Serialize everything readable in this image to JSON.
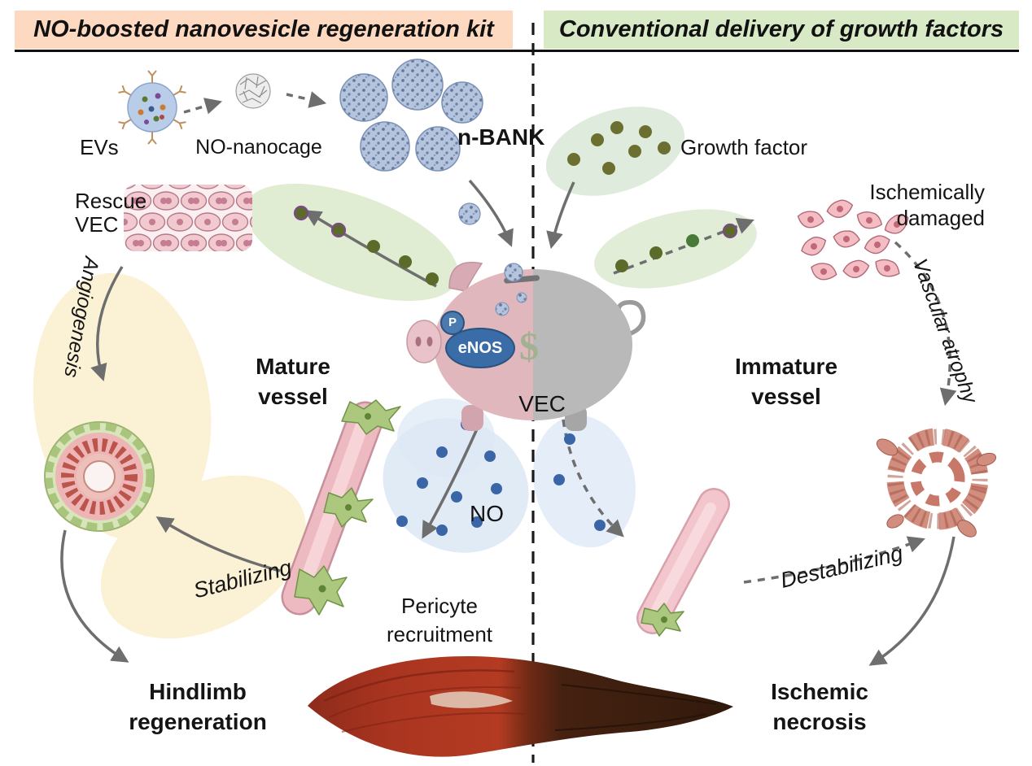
{
  "headers": {
    "left": "NO-boosted nanovesicle regeneration kit",
    "right": "Conventional delivery of growth factors"
  },
  "left_panel": {
    "evs": "EVs",
    "no_nanocage": "NO-nanocage",
    "n_bank": "n-BANK",
    "rescue_line1": "Rescue",
    "rescue_line2": "VEC",
    "angiogenesis": "Angiogenesis",
    "mature_line1": "Mature",
    "mature_line2": "vessel",
    "no": "NO",
    "pericyte_line1": "Pericyte",
    "pericyte_line2": "recruitment",
    "stabilizing": "Stabilizing",
    "hindlimb_line1": "Hindlimb",
    "hindlimb_line2": "regeneration"
  },
  "center": {
    "p_label": "P",
    "enos_label": "eNOS",
    "dollar": "$",
    "vec_label": "VEC"
  },
  "right_panel": {
    "growth_factor": "Growth factor",
    "damaged_line1": "Ischemically",
    "damaged_line2": "damaged",
    "vascular_atrophy": "Vascular atrophy",
    "immature_line1": "Immature",
    "immature_line2": "vessel",
    "destabilizing": "Destabilizing",
    "necrosis_line1": "Ischemic",
    "necrosis_line2": "necrosis"
  },
  "colors": {
    "left_banner_bg": "#fcd9c0",
    "right_banner_bg": "#d8e9c6",
    "arrow_gray": "#6e6e6e",
    "no_dot_blue": "#3a66a8",
    "growth_factor_olive": "#6b7030",
    "enos_blue": "#3a6ca8",
    "piggy_pink": "#e0b7bd",
    "piggy_gray": "#b9b9b9",
    "healthy_muscle_red": "#b43b22",
    "necrotic_muscle_brown": "#391d0e",
    "yellow_halo": "#fbf2d6",
    "green_halo": "#d7e7c3",
    "blue_halo": "#dce8f5"
  }
}
